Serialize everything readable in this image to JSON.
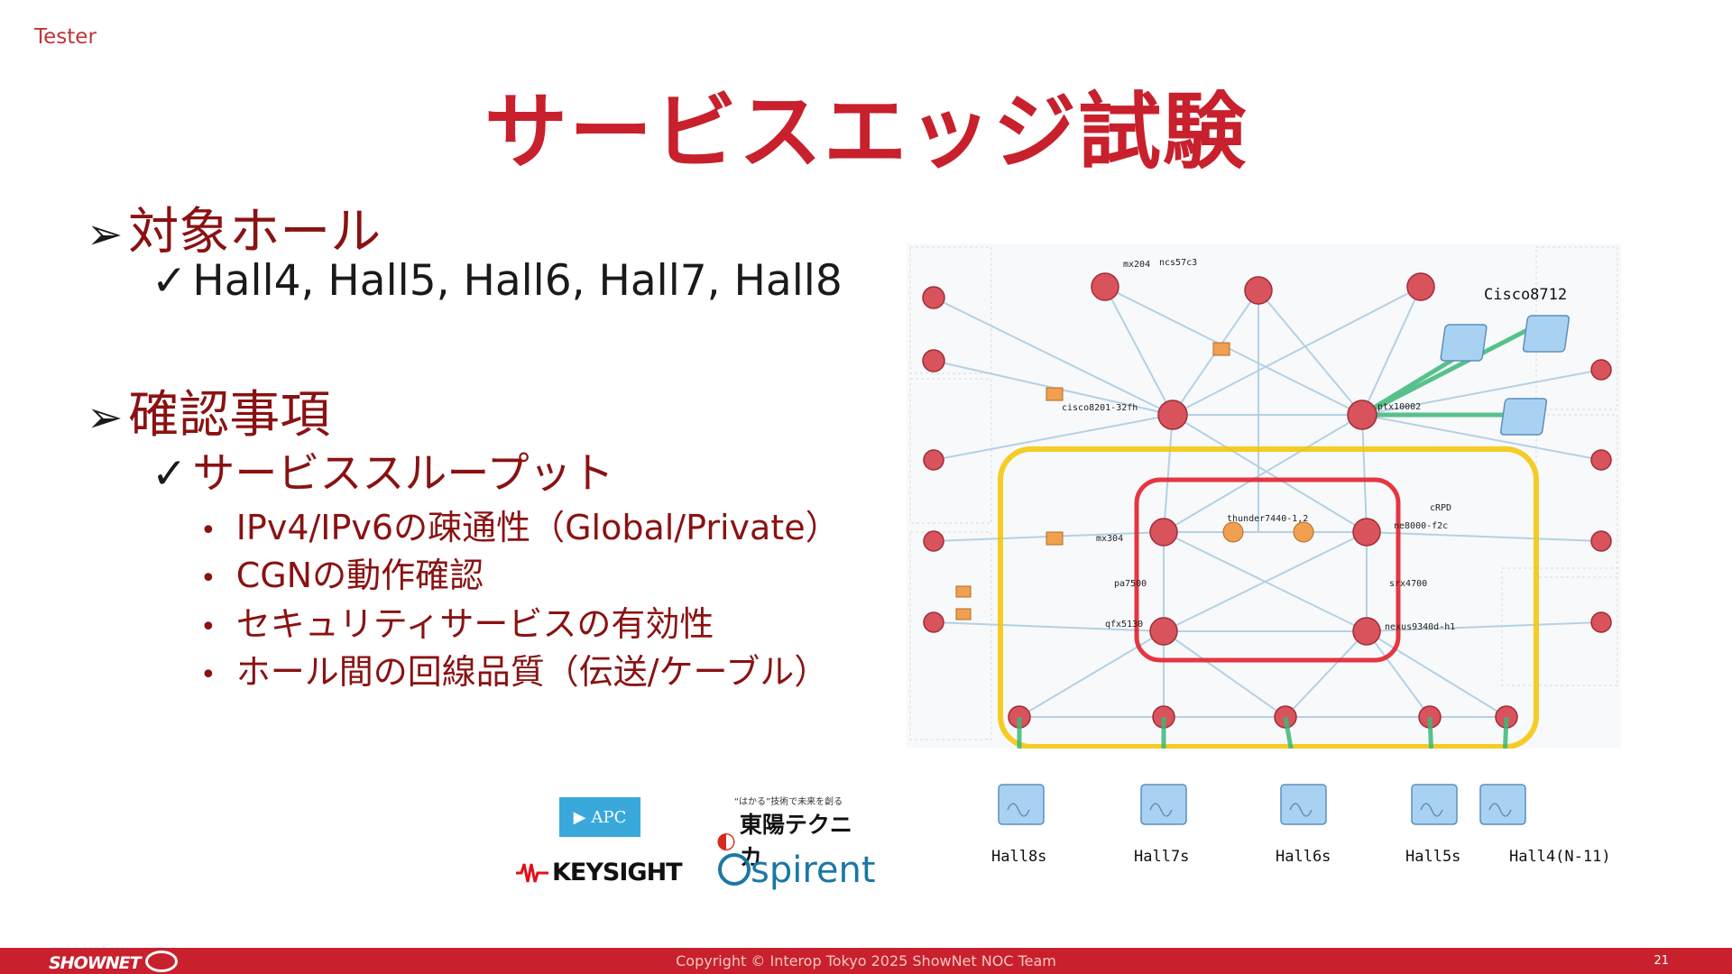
{
  "header": {
    "tag": "Tester",
    "title": "サービスエッジ試験"
  },
  "sections": [
    {
      "heading": "対象ホール",
      "items": [
        {
          "text": "Hall4, Hall5, Hall6, Hall7, Hall8",
          "bullets": []
        }
      ]
    },
    {
      "heading": "確認事項",
      "items": [
        {
          "text": "サービススループット",
          "bullets": [
            "IPv4/IPv6の疎通性（Global/Private）",
            "CGNの動作確認",
            "セキュリティサービスの有効性",
            "ホール間の回線品質（伝送/ケーブル）"
          ]
        }
      ]
    }
  ],
  "diagram": {
    "top_label": "Cisco8712",
    "halls": [
      "Hall8s",
      "Hall7s",
      "Hall6s",
      "Hall5s",
      "Hall4(N-11)"
    ],
    "node_labels": [
      "cisco8201-32fh",
      "ptx10002",
      "thunder7440-1,2",
      "mx304",
      "srx4700",
      "qfx5130",
      "nexus9340d-h1",
      "pa7500",
      "cRPD",
      "ne8000-f2c",
      "mx204",
      "ncs57c3"
    ],
    "colors": {
      "zone_outer": "#f5c400",
      "zone_inner": "#e3202c",
      "uplink": "#3cb878",
      "links": "#a9cbe0"
    }
  },
  "logos": {
    "apc": "APC",
    "toyo_tagline": "“はかる”技術で未来を創る",
    "toyo": "東陽テクニカ",
    "keysight": "KEYSIGHT",
    "spirent": "spirent"
  },
  "footer": {
    "brand": "SHOWNET",
    "copyright": "Copyright © Interop Tokyo 2025 ShowNet NOC Team",
    "page": "21"
  }
}
